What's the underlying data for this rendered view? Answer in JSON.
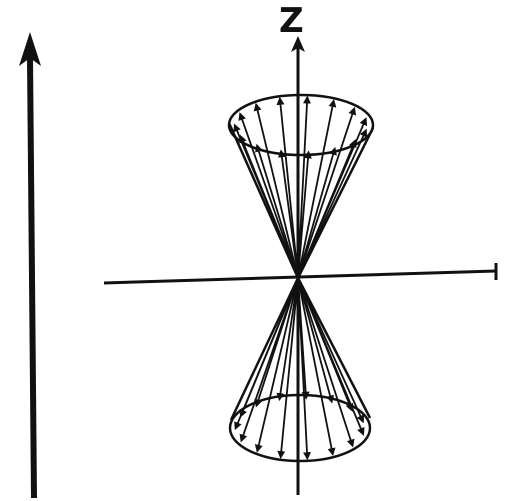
{
  "diagram": {
    "axis_label": "Z",
    "ink_color": "#111111",
    "background_color": "#ffffff",
    "upper_cone_vectors": 15,
    "lower_cone_vectors": 15
  }
}
